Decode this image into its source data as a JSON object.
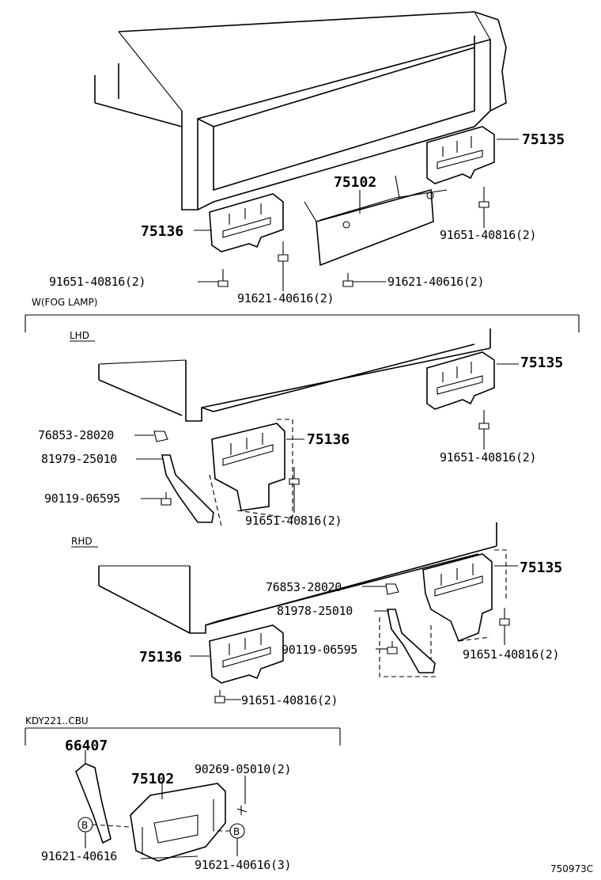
{
  "diagram_id": "750973C",
  "sections": {
    "fog_lamp": "W(FOG LAMP)",
    "lhd": "LHD",
    "rhd": "RHD",
    "kdy": "KDY221..CBU"
  },
  "top": {
    "p75135": "75135",
    "p75102": "75102",
    "p75136": "75136",
    "bolt_right": "91651-40816(2)",
    "bolt_left": "91651-40816(2)",
    "screw_mid": "91621-40616(2)",
    "screw_right": "91621-40616(2)"
  },
  "lhd": {
    "p75135": "75135",
    "p75136": "75136",
    "nut": "76853-28020",
    "stay": "81979-25010",
    "clip": "90119-06595",
    "bolt_right": "91651-40816(2)",
    "bolt_mid": "91651-40816(2)"
  },
  "rhd": {
    "p75135": "75135",
    "p75136": "75136",
    "nut": "76853-28020",
    "stay": "81978-25010",
    "clip": "90119-06595",
    "bolt_right": "91651-40816(2)",
    "bolt_left": "91651-40816(2)"
  },
  "kdy": {
    "p66407": "66407",
    "p75102": "75102",
    "screw_top": "90269-05010(2)",
    "screw_left": "91621-40616",
    "screw_right": "91621-40616(3)",
    "marker_left": "B",
    "marker_right": "B"
  }
}
